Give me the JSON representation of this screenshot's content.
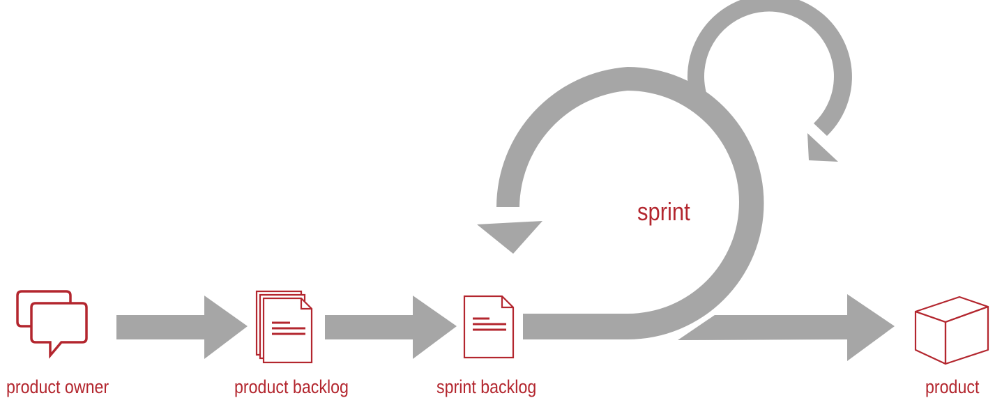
{
  "colors": {
    "accent": "#b3262e",
    "arrow": "#a6a6a6",
    "background": "#ffffff"
  },
  "stages": [
    {
      "icon": "chat-bubbles-icon",
      "label": "product owner"
    },
    {
      "icon": "stacked-documents-icon",
      "label": "product backlog"
    },
    {
      "icon": "document-icon",
      "label": "sprint backlog"
    },
    {
      "icon": "cube-icon",
      "label": "product"
    }
  ],
  "cycles": {
    "sprint_label": "sprint",
    "outer_loop_icon": "sprint-loop-arrow",
    "inner_loop_icon": "daily-loop-arrow"
  }
}
